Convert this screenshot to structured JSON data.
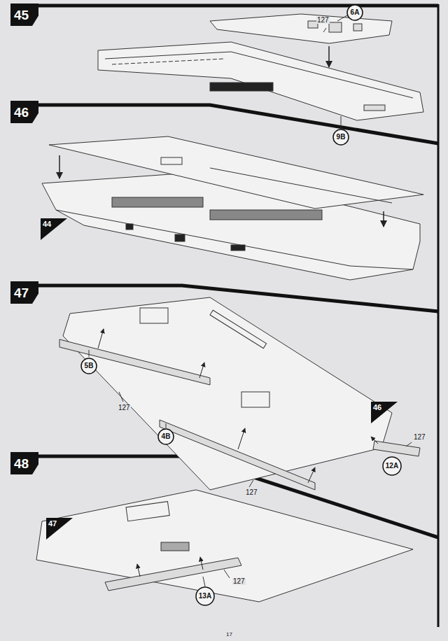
{
  "diagram": {
    "nodes": [
      {
        "text": [
          "45"
        ]
      },
      {
        "text": [
          "6A"
        ]
      },
      {
        "text": [
          "9B"
        ]
      },
      {
        "text": [
          "46"
        ]
      },
      {
        "text": [
          "44"
        ]
      },
      {
        "text": [
          "47"
        ]
      },
      {
        "text": [
          "5B"
        ]
      },
      {
        "text": [
          "4B"
        ]
      },
      {
        "text": [
          "46"
        ]
      },
      {
        "text": [
          "12A"
        ]
      },
      {
        "text": [
          "48"
        ]
      },
      {
        "text": [
          "47"
        ]
      },
      {
        "text": [
          "13A"
        ]
      }
    ],
    "labels": [
      "127",
      "127",
      "127",
      "127",
      "127",
      "17"
    ]
  }
}
